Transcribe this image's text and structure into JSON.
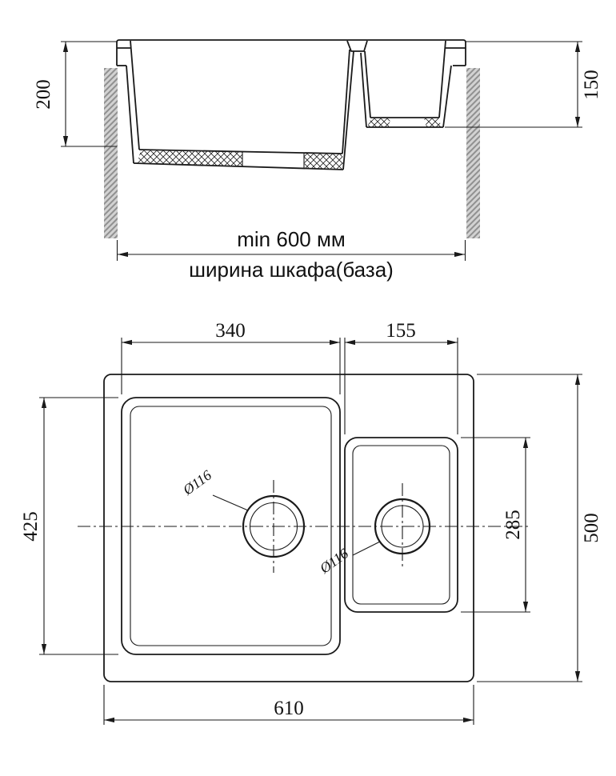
{
  "drawing": {
    "type": "technical-drawing",
    "subject": "kitchen sink with two bowls, section view and plan view"
  },
  "section_view": {
    "depth_large_bowl": "200",
    "depth_small_bowl": "150",
    "cabinet_min_width": "min 600 мм",
    "cabinet_width_label": "ширина шкафа(база)"
  },
  "plan_view": {
    "large_bowl_width": "340",
    "small_bowl_width": "155",
    "large_bowl_length": "425",
    "small_bowl_length": "285",
    "overall_length": "500",
    "overall_width": "610",
    "large_drain_diameter": "Ø116",
    "small_drain_diameter": "Ø116"
  },
  "colors": {
    "line": "#1a1a1a",
    "hatch_fill": "#d2d2d2",
    "hatch_stroke": "#909090",
    "background": "#ffffff"
  }
}
